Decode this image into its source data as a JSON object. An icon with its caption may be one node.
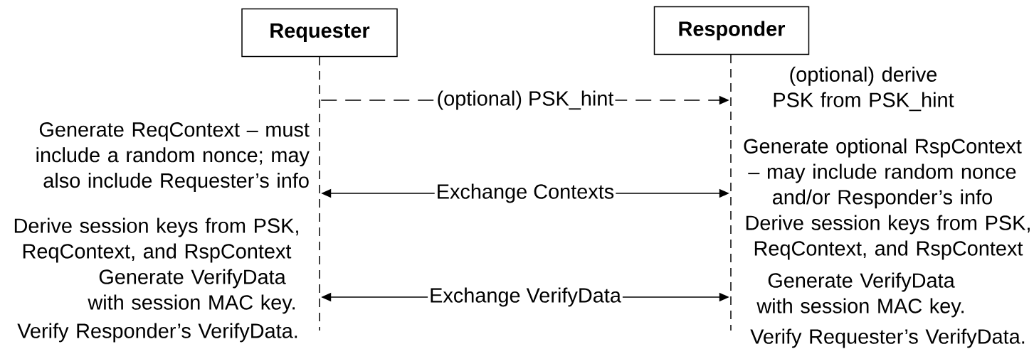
{
  "diagram": {
    "nodes": [
      {
        "text": [
          "Requester"
        ]
      },
      {
        "text": [
          "Responder"
        ]
      },
      {
        "text": [],
        "shape": "bar"
      },
      {
        "text": [],
        "shape": "bar"
      }
    ],
    "edges": [
      {
        "from": 2,
        "to": 3,
        "arrow": "to",
        "label": "(optional) PSK_hint",
        "style": "dashed"
      },
      {
        "from": 2,
        "to": 3,
        "arrow": "both",
        "label": "Exchange Contexts"
      },
      {
        "from": 2,
        "to": 3,
        "arrow": "both",
        "label": "Exchange VerifyData"
      }
    ],
    "labels": [
      "(optional) derive PSK from PSK_hint",
      "Generate ReqContext – must include a random nonce; may also include Requester’s info",
      "Generate optional RspContext – may include random nonce and/or Responder’s info",
      "Derive session keys from PSK, ReqContext, and RspContext",
      "Derive session keys from PSK, ReqContext, and RspContext",
      "Generate VerifyData with session MAC key.",
      "Generate VerifyData with session MAC key.",
      "Verify Responder’s VerifyData.",
      "Verify Requester’s VerifyData."
    ]
  }
}
